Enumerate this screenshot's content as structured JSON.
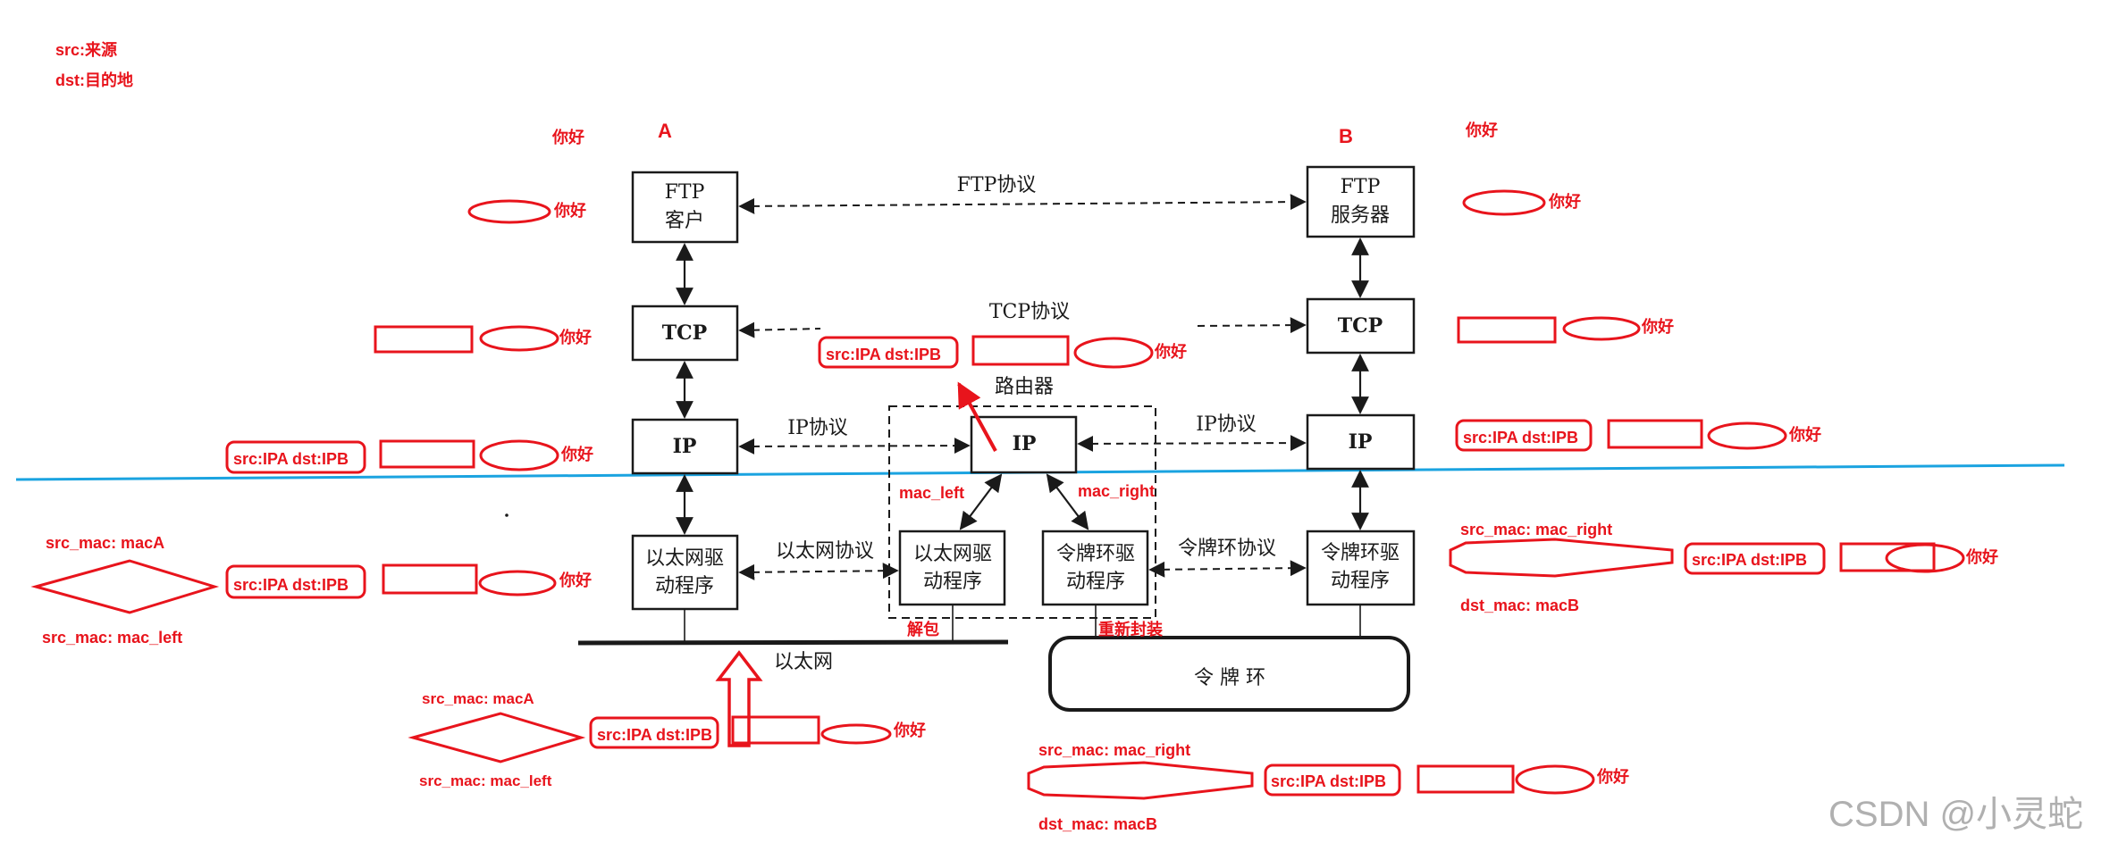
{
  "legend": {
    "src": "src:来源",
    "dst": "dst:目的地"
  },
  "hosts": {
    "a": "A",
    "b": "B"
  },
  "layers": {
    "ftp_client": [
      "FTP",
      "客户"
    ],
    "ftp_server": [
      "FTP",
      "服务器"
    ],
    "tcp": "TCP",
    "ip": "IP",
    "eth_driver": [
      "以太网驱",
      "动程序"
    ],
    "token_driver": [
      "令牌环驱",
      "动程序"
    ]
  },
  "protocols": {
    "ftp": "FTP协议",
    "tcp": "TCP协议",
    "ip_left": "IP协议",
    "ip_right": "IP协议",
    "ethernet": "以太网协议",
    "token": "令牌环协议"
  },
  "router": {
    "title": "路由器",
    "mac_left": "mac_left",
    "mac_right": "mac_right",
    "unpack": "解包",
    "repack": "重新封装"
  },
  "networks": {
    "ethernet": "以太网",
    "token_ring": "令 牌 环"
  },
  "packet": {
    "payload": "你好",
    "ip_header": "src:IPA dst:IPB",
    "src_mac_a": "src_mac: macA",
    "src_mac_left": "src_mac: mac_left",
    "src_mac_right": "src_mac: mac_right",
    "dst_mac_b": "dst_mac: macB"
  },
  "watermark": "CSDN @小灵蛇",
  "colors": {
    "annotation": "#e8141c",
    "separator": "#1aa3e0",
    "ink": "#1a1a1a"
  }
}
